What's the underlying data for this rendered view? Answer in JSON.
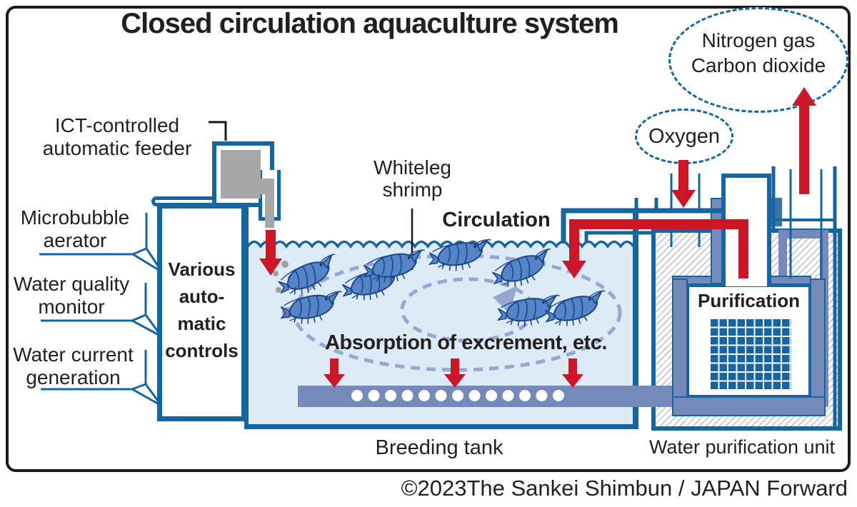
{
  "title": "Closed circulation aquaculture system",
  "gases": {
    "exhaust_line1": "Nitrogen gas",
    "exhaust_line2": "Carbon dioxide",
    "oxygen": "Oxygen"
  },
  "feeder": {
    "line1": "ICT-controlled",
    "line2": "automatic feeder"
  },
  "side_labels": {
    "microbubble_line1": "Microbubble",
    "microbubble_line2": "aerator",
    "quality_line1": "Water quality",
    "quality_line2": "monitor",
    "current_line1": "Water current",
    "current_line2": "generation"
  },
  "controls": {
    "line1": "Various",
    "line2": "auto-",
    "line3": "matic",
    "line4": "controls"
  },
  "tank": {
    "shrimp_line1": "Whiteleg",
    "shrimp_line2": "shrimp",
    "circulation": "Circulation",
    "absorption": "Absorption of excrement, etc.",
    "caption": "Breeding tank"
  },
  "purifier": {
    "label": "Purification",
    "caption": "Water purification unit"
  },
  "footer": {
    "copyright": "©2023The Sankei Shimbun / JAPAN Forward"
  },
  "colors": {
    "outline_blue": "#1565a3",
    "steel_blue": "#7589ba",
    "arrow_red": "#cd1528",
    "water_blue": "#ddebf7",
    "device_gray": "#a7a7a7",
    "hatch_gray": "#c6c6c6",
    "dash_blue": "#96a8d0",
    "text_dark": "#231f20"
  }
}
